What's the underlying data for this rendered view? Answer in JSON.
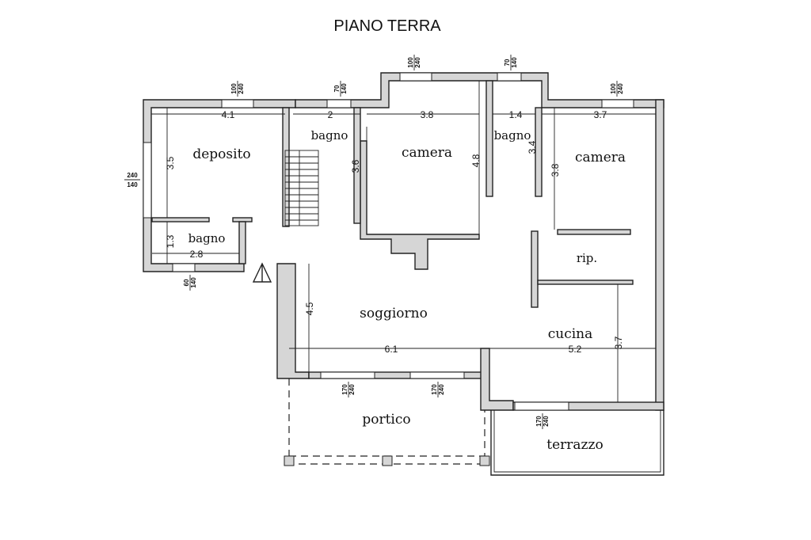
{
  "plan": {
    "title": "PIANO TERRA",
    "rooms": {
      "deposito": "deposito",
      "bagno_left": "bagno",
      "bagno_stair": "bagno",
      "camera_center": "camera",
      "bagno_center": "bagno",
      "camera_right": "camera",
      "rip": "rip.",
      "soggiorno": "soggiorno",
      "cucina": "cucina",
      "portico": "portico",
      "terrazzo": "terrazzo"
    },
    "dimensions": {
      "deposito_width": "4.1",
      "deposito_depth": "3.5",
      "bagno_left_depth": "1.3",
      "bagno_left_width": "2.8",
      "bagno_stair_width": "2",
      "bagno_stair_depth": "3.6",
      "camera_center_width": "3.8",
      "camera_center_depth": "4.8",
      "bagno_center_width": "1.4",
      "bagno_center_depth": "3.4",
      "camera_right_width": "3.7",
      "camera_right_depth": "3.8",
      "soggiorno_depth": "4.5",
      "soggiorno_width": "6.1",
      "cucina_width": "5.2",
      "cucina_depth": "3.7"
    },
    "windows": {
      "deposito_top": {
        "w": "100",
        "h": "240"
      },
      "deposito_left": {
        "w": "240",
        "h": "140"
      },
      "bagno_stair_top": {
        "w": "70",
        "h": "140"
      },
      "camera_center_top": {
        "w": "100",
        "h": "240"
      },
      "bagno_center_top": {
        "w": "70",
        "h": "140"
      },
      "camera_right_top": {
        "w": "100",
        "h": "240"
      },
      "bagno_left_bottom": {
        "w": "60",
        "h": "140"
      },
      "soggiorno_1": {
        "w": "170",
        "h": "240"
      },
      "soggiorno_2": {
        "w": "170",
        "h": "240"
      },
      "cucina_bottom": {
        "w": "170",
        "h": "240"
      }
    }
  }
}
